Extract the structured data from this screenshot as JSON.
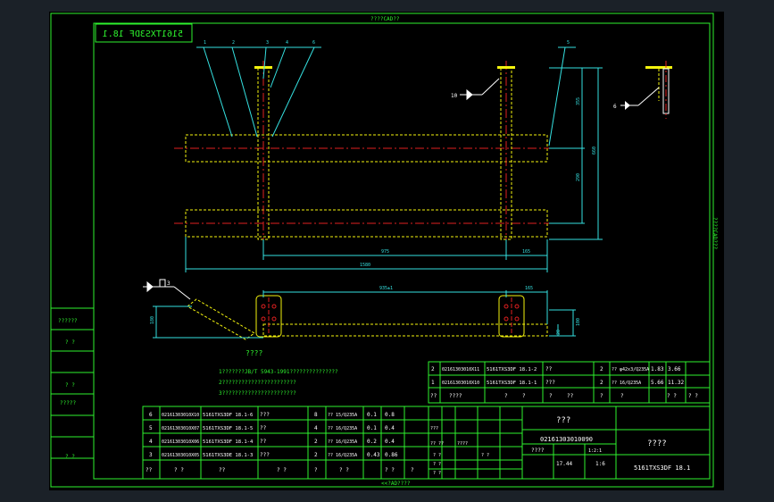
{
  "drawing": {
    "top_title": "????CAD??",
    "bottom_title": "<<?AD????",
    "side_title": "????CAD???",
    "mirrored_code": "5161TXS3DF 18.1",
    "balloons": [
      "1",
      "2",
      "3",
      "4",
      "5",
      "6"
    ],
    "view_label": "????",
    "dimensions": {
      "d1": "975",
      "d2": "165",
      "d3": "1580",
      "d4": "355",
      "d5": "290",
      "d6": "660",
      "d7": "935±1",
      "d8": "165",
      "d9": "180",
      "d10": "100",
      "d11": "20"
    },
    "weld_marks": [
      "10",
      "6",
      "3"
    ],
    "notes": [
      "1???????JB/T 5943-1991???????????????",
      "2???????????????????????",
      "3???????????????????????"
    ]
  },
  "bom_top": [
    {
      "no": "2",
      "code": "02161303010X11",
      "drawing": "5161TXS3DF 18.1-2",
      "name": "??",
      "qty": "2",
      "material": "?? φ42x3/Q235A",
      "unit": "1.83",
      "total": "3.66",
      "note": ""
    },
    {
      "no": "1",
      "code": "02161303010X10",
      "drawing": "5161TXS3DF 18.1-1",
      "name": "???",
      "qty": "2",
      "material": "?? 16/Q235A",
      "unit": "5.66",
      "total": "11.32",
      "note": ""
    }
  ],
  "bom_top_header": [
    "??",
    "????",
    "?",
    "?",
    "?",
    "??",
    "?",
    "?",
    "? ?",
    "? ?"
  ],
  "bom_bottom": [
    {
      "no": "6",
      "code": "02161303010X10",
      "drawing": "5161TXS3DF 18.1-6",
      "name": "???",
      "qty": "8",
      "material": "?? 15/Q235A",
      "unit": "0.1",
      "total": "0.8"
    },
    {
      "no": "5",
      "code": "02161303010X07",
      "drawing": "5161TXS3DF 18.1-5",
      "name": "??",
      "qty": "4",
      "material": "?? 16/Q235A",
      "unit": "0.1",
      "total": "0.4"
    },
    {
      "no": "4",
      "code": "02161303010X06",
      "drawing": "5161TXS3DF 18.1-4",
      "name": "??",
      "qty": "2",
      "material": "?? 16/Q235A",
      "unit": "0.2",
      "total": "0.4"
    },
    {
      "no": "3",
      "code": "02161303010X05",
      "drawing": "5161TXS3DE 18.1-3",
      "name": "???",
      "qty": "2",
      "material": "?? 16/Q235A",
      "unit": "0.43",
      "total": "0.86"
    }
  ],
  "bom_bottom_header": [
    "??",
    "? ?",
    "??",
    "? ?",
    "?",
    "? ?",
    "? ?",
    "?"
  ],
  "left_strip": [
    "??????",
    "? ?",
    "? ?",
    "?????",
    "? ?"
  ],
  "title_block": {
    "part_name": "???",
    "part_code": "02161303010090",
    "company": "????",
    "drawing_no": "5161TXS3DF 18.1",
    "weight": "17.44",
    "scale": "1:6",
    "sheet": "????",
    "small_labels": [
      "?? ??",
      "????",
      "? ?",
      "? ?",
      "? ?",
      "? ?",
      "???",
      "1:2:1"
    ]
  }
}
